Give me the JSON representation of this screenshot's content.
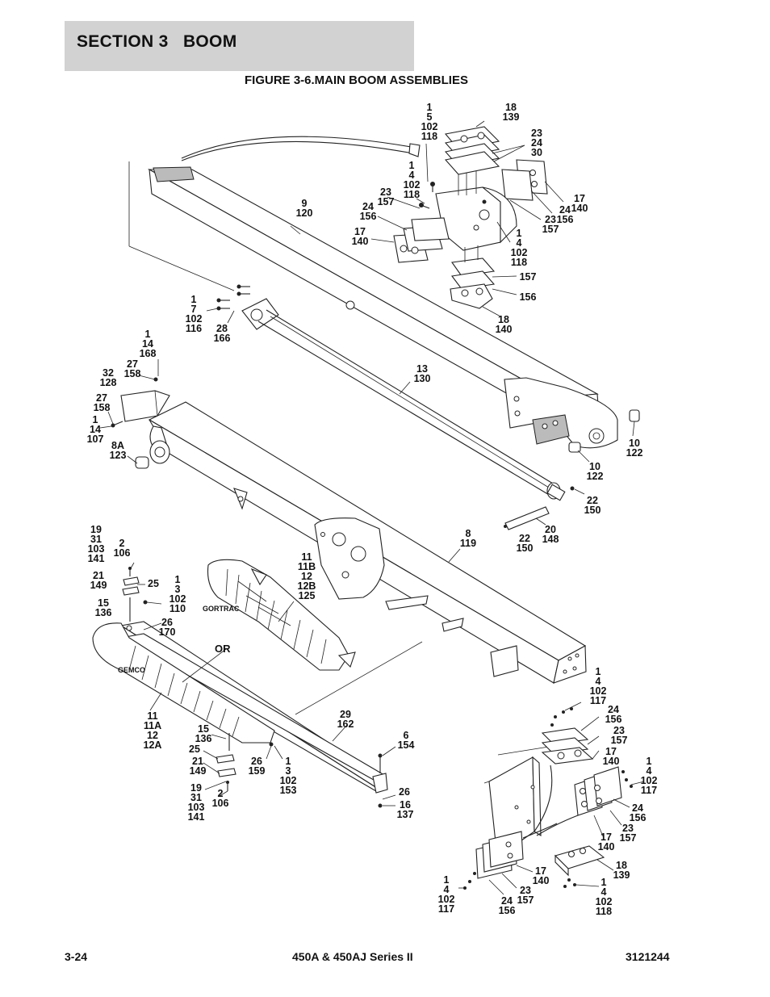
{
  "header": {
    "section": "SECTION 3   BOOM",
    "figure_title": "FIGURE 3-6.MAIN BOOM ASSEMBLIES"
  },
  "footer": {
    "page_number": "3-24",
    "model": "450A & 450AJ Series II",
    "doc_number": "3121244"
  },
  "callouts": [
    {
      "lines": [
        "1",
        "5",
        "102",
        "118"
      ]
    },
    {
      "lines": [
        "18",
        "139"
      ]
    },
    {
      "lines": [
        "23",
        "24",
        "30"
      ]
    },
    {
      "lines": [
        "1",
        "4",
        "102",
        "118"
      ]
    },
    {
      "lines": [
        "9",
        "120"
      ]
    },
    {
      "lines": [
        "23",
        "157"
      ]
    },
    {
      "lines": [
        "24",
        "156"
      ]
    },
    {
      "lines": [
        "17",
        "140"
      ]
    },
    {
      "lines": [
        "17",
        "140"
      ]
    },
    {
      "lines": [
        "24",
        "156"
      ]
    },
    {
      "lines": [
        "23",
        "157"
      ]
    },
    {
      "lines": [
        "1",
        "4",
        "102",
        "118"
      ]
    },
    {
      "lines": [
        "157"
      ]
    },
    {
      "lines": [
        "156"
      ]
    },
    {
      "lines": [
        "18",
        "140"
      ]
    },
    {
      "lines": [
        "1",
        "7",
        "102",
        "116"
      ]
    },
    {
      "lines": [
        "28",
        "166"
      ]
    },
    {
      "lines": [
        "1",
        "14",
        "168"
      ]
    },
    {
      "lines": [
        "27",
        "158"
      ]
    },
    {
      "lines": [
        "32",
        "128"
      ]
    },
    {
      "lines": [
        "13",
        "130"
      ]
    },
    {
      "lines": [
        "27",
        "158"
      ]
    },
    {
      "lines": [
        "1",
        "14",
        "107"
      ]
    },
    {
      "lines": [
        "8A",
        "123"
      ]
    },
    {
      "lines": [
        "10",
        "122"
      ]
    },
    {
      "lines": [
        "10",
        "122"
      ]
    },
    {
      "lines": [
        "22",
        "150"
      ]
    },
    {
      "lines": [
        "8",
        "119"
      ]
    },
    {
      "lines": [
        "20",
        "148"
      ]
    },
    {
      "lines": [
        "22",
        "150"
      ]
    },
    {
      "lines": [
        "19",
        "31",
        "103",
        "141"
      ]
    },
    {
      "lines": [
        "2",
        "106"
      ]
    },
    {
      "lines": [
        "11",
        "11B",
        "12",
        "12B",
        "125"
      ]
    },
    {
      "lines": [
        "21",
        "149"
      ]
    },
    {
      "lines": [
        "25"
      ]
    },
    {
      "lines": [
        "1",
        "3",
        "102",
        "110"
      ]
    },
    {
      "lines": [
        "15",
        "136"
      ]
    },
    {
      "lines": [
        "26",
        "170"
      ]
    },
    {
      "lines": [
        "1",
        "4",
        "102",
        "117"
      ]
    },
    {
      "lines": [
        "24",
        "156"
      ]
    },
    {
      "lines": [
        "23",
        "157"
      ]
    },
    {
      "lines": [
        "17",
        "140"
      ]
    },
    {
      "lines": [
        "11",
        "11A",
        "12",
        "12A"
      ]
    },
    {
      "lines": [
        "29",
        "162"
      ]
    },
    {
      "lines": [
        "15",
        "136"
      ]
    },
    {
      "lines": [
        "6",
        "154"
      ]
    },
    {
      "lines": [
        "25"
      ]
    },
    {
      "lines": [
        "26",
        "159"
      ]
    },
    {
      "lines": [
        "1",
        "3",
        "102",
        "153"
      ]
    },
    {
      "lines": [
        "21",
        "149"
      ]
    },
    {
      "lines": [
        "1",
        "4",
        "102",
        "117"
      ]
    },
    {
      "lines": [
        "19",
        "31",
        "103",
        "141"
      ]
    },
    {
      "lines": [
        "2",
        "106"
      ]
    },
    {
      "lines": [
        "26"
      ]
    },
    {
      "lines": [
        "16",
        "137"
      ]
    },
    {
      "lines": [
        "24",
        "156"
      ]
    },
    {
      "lines": [
        "23",
        "157"
      ]
    },
    {
      "lines": [
        "17",
        "140"
      ]
    },
    {
      "lines": [
        "18",
        "139"
      ]
    },
    {
      "lines": [
        "17",
        "140"
      ]
    },
    {
      "lines": [
        "23",
        "157"
      ]
    },
    {
      "lines": [
        "1",
        "4",
        "102",
        "117"
      ]
    },
    {
      "lines": [
        "24",
        "156"
      ]
    },
    {
      "lines": [
        "1",
        "4",
        "102",
        "118"
      ]
    }
  ],
  "tags": {
    "gortrac": "GORTRAC",
    "gemco": "GEMCO",
    "or": "OR"
  }
}
